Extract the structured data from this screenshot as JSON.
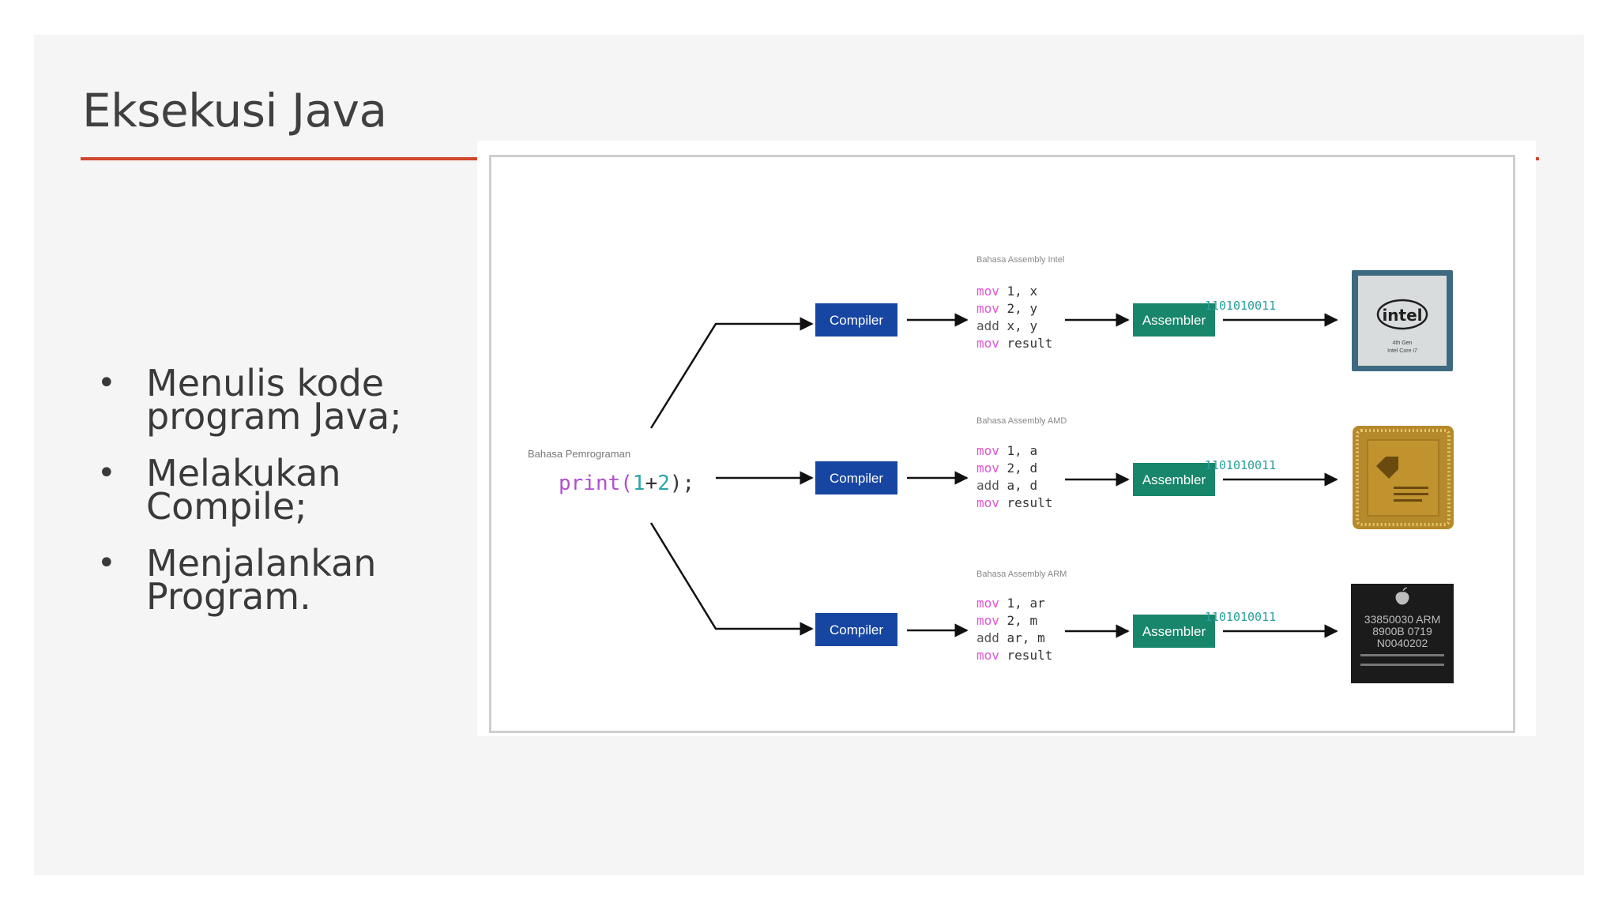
{
  "slide": {
    "title": "Eksekusi Java",
    "bullets": [
      {
        "lines": [
          "Menulis kode",
          "program Java;"
        ]
      },
      {
        "lines": [
          "Melakukan Compile;"
        ]
      },
      {
        "lines": [
          "Menjalankan",
          "Program."
        ]
      }
    ]
  },
  "diagram": {
    "source_label": "Bahasa Pemrograman",
    "source_code": {
      "fn": "print(",
      "num1": "1",
      "op": "+",
      "num2": "2",
      "end": ");"
    },
    "compiler_label": "Compiler",
    "assembler_label": "Assembler",
    "binary": "1101010011",
    "lanes": [
      {
        "asm_title": "Bahasa Assembly Intel",
        "asm": [
          {
            "op": "mov",
            "args": " 1, x"
          },
          {
            "op": "mov",
            "args": " 2, y"
          },
          {
            "op": "add",
            "args": " x, y"
          },
          {
            "op": "mov",
            "args": " result"
          }
        ],
        "chip": "intel-chip",
        "chip_text": [
          "intel",
          "4th Gen",
          "Intel Core i7"
        ]
      },
      {
        "asm_title": "Bahasa Assembly AMD",
        "asm": [
          {
            "op": "mov",
            "args": " 1, a"
          },
          {
            "op": "mov",
            "args": " 2, d"
          },
          {
            "op": "add",
            "args": " a, d"
          },
          {
            "op": "mov",
            "args": " result"
          }
        ],
        "chip": "amd-chip",
        "chip_text": []
      },
      {
        "asm_title": "Bahasa Assembly ARM",
        "asm": [
          {
            "op": "mov",
            "args": " 1, ar"
          },
          {
            "op": "mov",
            "args": " 2, m"
          },
          {
            "op": "add",
            "args": " ar, m"
          },
          {
            "op": "mov",
            "args": " result"
          }
        ],
        "chip": "arm-chip",
        "chip_text": [
          "33850030 ARM",
          "8900B 0719",
          "N0040202"
        ]
      }
    ],
    "colors": {
      "accent_rule": "#d0462c",
      "compiler": "#1746a2",
      "assembler": "#17866a",
      "keyword": "#e055d6",
      "binary": "#2a9e9e",
      "number": "#2aa6a6"
    }
  }
}
